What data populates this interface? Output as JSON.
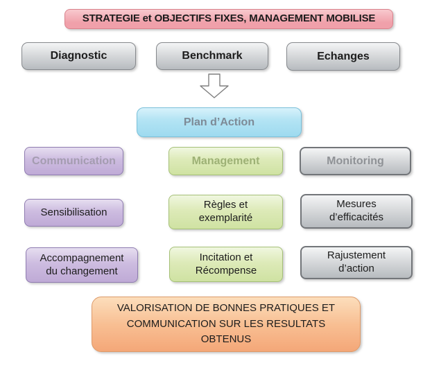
{
  "banner": {
    "label": "STRATEGIE et OBJECTIFS FIXES, MANAGEMENT MOBILISE"
  },
  "phase_row": {
    "items": [
      {
        "label": "Diagnostic"
      },
      {
        "label": "Benchmark"
      },
      {
        "label": "Echanges"
      }
    ]
  },
  "arrow": {
    "icon": "down-arrow"
  },
  "plan": {
    "label": "Plan d’Action"
  },
  "matrix": {
    "headers": [
      {
        "label": "Communication"
      },
      {
        "label": "Management"
      },
      {
        "label": "Monitoring"
      }
    ],
    "cells": [
      {
        "label": "Sensibilisation"
      },
      {
        "label": "Règles et\nexemplarité"
      },
      {
        "label": "Mesures\nd’efficacités"
      },
      {
        "label": "Accompagnement\ndu changement"
      },
      {
        "label": "Incitation et\nRécompense"
      },
      {
        "label": "Rajustement\nd’action"
      }
    ]
  },
  "footer": {
    "label": "VALORISATION DE BONNES PRATIQUES ET\nCOMMUNICATION SUR LES RESULTATS\nOBTENUS"
  },
  "colors": {
    "pink_fill": "#f0a0aa",
    "pink_fill_light": "#f8c9ce",
    "pink_border": "#d9828c",
    "gray_fill": "#b7bbbf",
    "gray_fill_light": "#f4f5f6",
    "gray_border": "#85888c",
    "gray_border_dark": "#727579",
    "gray_header_text": "#8f9296",
    "blue_fill": "#9ddaef",
    "blue_fill_light": "#d8f2fb",
    "blue_border": "#79c0da",
    "blue_text": "#7d8a96",
    "purple_fill": "#bfaad6",
    "purple_fill_light": "#e6def0",
    "purple_border": "#8e7bb0",
    "purple_header_text": "#a49cb0",
    "green_fill": "#cfe2a2",
    "green_fill_light": "#f0f7e0",
    "green_border": "#a5c077",
    "green_header_text": "#9db175",
    "orange_fill": "#f4a778",
    "orange_fill_light": "#fcdebc",
    "orange_border": "#de9a69",
    "text": "#1c1c1c",
    "background": "#ffffff"
  }
}
